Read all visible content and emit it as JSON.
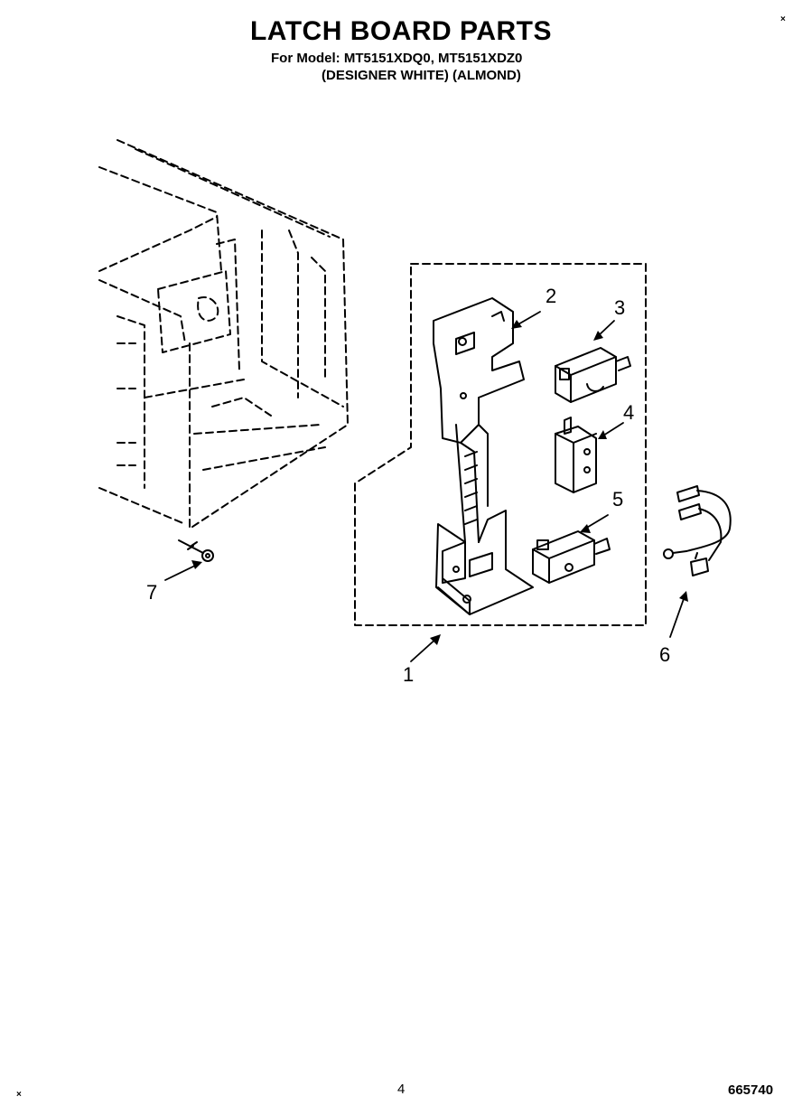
{
  "header": {
    "title": "LATCH BOARD PARTS",
    "model_line": "For Model: MT5151XDQ0, MT5151XDZ0",
    "variant_line": "(DESIGNER WHITE)  (ALMOND)"
  },
  "marks": {
    "top_right": "×",
    "bottom_left": "×"
  },
  "callouts": [
    "1",
    "2",
    "3",
    "4",
    "5",
    "6",
    "7"
  ],
  "footer": {
    "page_number": "4",
    "document_number": "665740"
  }
}
